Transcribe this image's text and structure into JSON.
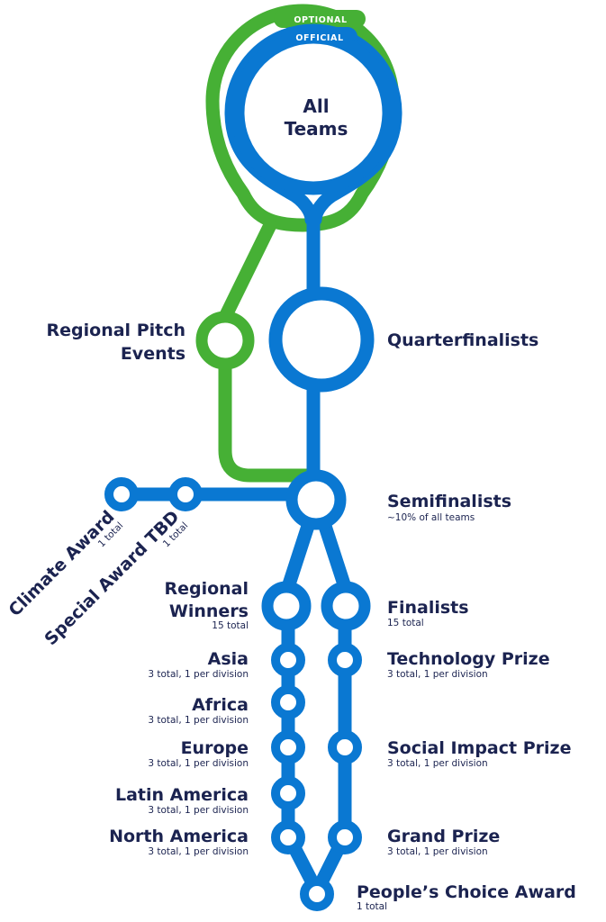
{
  "colors": {
    "official": "#0a78d2",
    "optional": "#46b035",
    "text": "#1b2350",
    "background": "#ffffff"
  },
  "header": {
    "optional_label": "OPTIONAL",
    "official_label": "OFFICIAL"
  },
  "stages": {
    "all_teams": {
      "line1": "All",
      "line2": "Teams"
    },
    "regional_pitch": {
      "line1": "Regional Pitch",
      "line2": "Events"
    },
    "quarterfinalists": {
      "label": "Quarterfinalists"
    },
    "semifinalists": {
      "label": "Semifinalists",
      "sub": "~10% of all teams"
    },
    "climate_award": {
      "label": "Climate Award",
      "sub": "1 total"
    },
    "special_award": {
      "label": "Special Award TBD",
      "sub": "1 total"
    },
    "regional_winners": {
      "line1": "Regional",
      "line2": "Winners",
      "sub": "15 total"
    },
    "finalists": {
      "label": "Finalists",
      "sub": "15 total"
    },
    "asia": {
      "label": "Asia",
      "sub": "3 total, 1 per division"
    },
    "africa": {
      "label": "Africa",
      "sub": "3 total, 1 per division"
    },
    "europe": {
      "label": "Europe",
      "sub": "3 total, 1 per division"
    },
    "latin_america": {
      "label": "Latin America",
      "sub": "3 total, 1 per division"
    },
    "north_america": {
      "label": "North America",
      "sub": "3 total, 1 per division"
    },
    "technology_prize": {
      "label": "Technology Prize",
      "sub": "3 total, 1 per division"
    },
    "social_impact_prize": {
      "label": "Social Impact Prize",
      "sub": "3 total, 1 per division"
    },
    "grand_prize": {
      "label": "Grand Prize",
      "sub": "3 total, 1 per division"
    },
    "peoples_choice": {
      "label": "People’s Choice Award",
      "sub": "1 total"
    }
  }
}
